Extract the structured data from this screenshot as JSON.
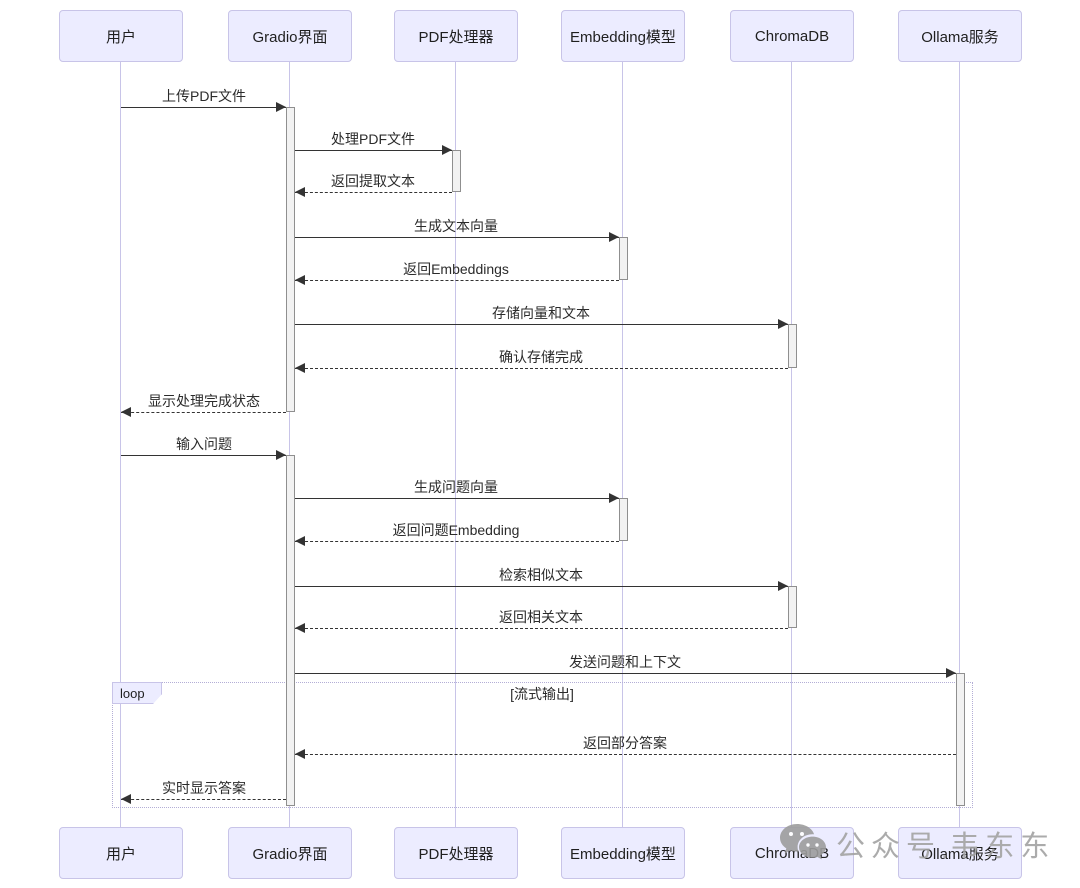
{
  "diagram": {
    "type": "sequence",
    "actors": [
      {
        "id": "user",
        "label": "用户"
      },
      {
        "id": "gradio",
        "label": "Gradio界面"
      },
      {
        "id": "pdf",
        "label": "PDF处理器"
      },
      {
        "id": "embedding",
        "label": "Embedding模型"
      },
      {
        "id": "chromadb",
        "label": "ChromaDB"
      },
      {
        "id": "ollama",
        "label": "Ollama服务"
      }
    ],
    "messages": [
      {
        "from": "用户",
        "to": "Gradio界面",
        "text": "上传PDF文件",
        "line": "solid"
      },
      {
        "from": "Gradio界面",
        "to": "PDF处理器",
        "text": "处理PDF文件",
        "line": "solid"
      },
      {
        "from": "PDF处理器",
        "to": "Gradio界面",
        "text": "返回提取文本",
        "line": "dashed"
      },
      {
        "from": "Gradio界面",
        "to": "Embedding模型",
        "text": "生成文本向量",
        "line": "solid"
      },
      {
        "from": "Embedding模型",
        "to": "Gradio界面",
        "text": "返回Embeddings",
        "line": "dashed"
      },
      {
        "from": "Gradio界面",
        "to": "ChromaDB",
        "text": "存储向量和文本",
        "line": "solid"
      },
      {
        "from": "ChromaDB",
        "to": "Gradio界面",
        "text": "确认存储完成",
        "line": "dashed"
      },
      {
        "from": "Gradio界面",
        "to": "用户",
        "text": "显示处理完成状态",
        "line": "dashed"
      },
      {
        "from": "用户",
        "to": "Gradio界面",
        "text": "输入问题",
        "line": "solid"
      },
      {
        "from": "Gradio界面",
        "to": "Embedding模型",
        "text": "生成问题向量",
        "line": "solid"
      },
      {
        "from": "Embedding模型",
        "to": "Gradio界面",
        "text": "返回问题Embedding",
        "line": "dashed"
      },
      {
        "from": "Gradio界面",
        "to": "ChromaDB",
        "text": "检索相似文本",
        "line": "solid"
      },
      {
        "from": "ChromaDB",
        "to": "Gradio界面",
        "text": "返回相关文本",
        "line": "dashed"
      },
      {
        "from": "Gradio界面",
        "to": "Ollama服务",
        "text": "发送问题和上下文",
        "line": "solid"
      },
      {
        "from": "Ollama服务",
        "to": "Gradio界面",
        "text": "返回部分答案",
        "line": "dashed"
      },
      {
        "from": "Gradio界面",
        "to": "用户",
        "text": "实时显示答案",
        "line": "dashed"
      }
    ],
    "loop": {
      "label": "loop",
      "condition": "[流式输出]"
    },
    "colors": {
      "actor_fill": "#ECECFF",
      "actor_border": "#c8c4e8",
      "lifeline": "#c8c4e8",
      "activation_fill": "#f2f2f2",
      "activation_border": "#8f8f8f",
      "arrow": "#333333",
      "loop_border": "#b3aed6",
      "watermark": "#a3a3a3"
    }
  },
  "watermark": {
    "brand": "公众号",
    "separator": ".",
    "name": "韦东东",
    "icon": "wechat-icon"
  }
}
